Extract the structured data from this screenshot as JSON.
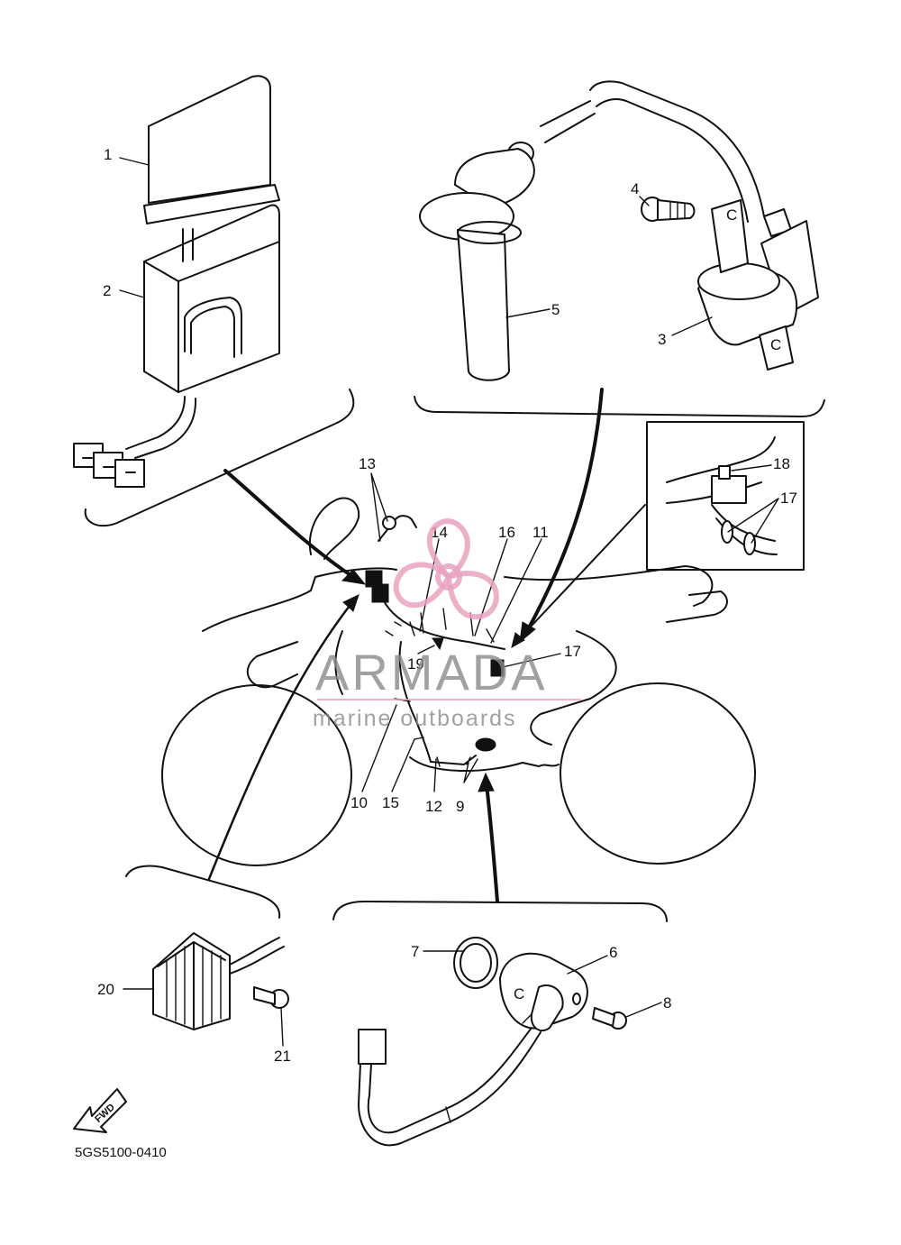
{
  "diagram": {
    "code": "5GS5100-0410",
    "fwd_label": "FWD",
    "connector_mark": "C",
    "callouts": [
      {
        "id": "1",
        "text": "1"
      },
      {
        "id": "2",
        "text": "2"
      },
      {
        "id": "3",
        "text": "3"
      },
      {
        "id": "4",
        "text": "4"
      },
      {
        "id": "5",
        "text": "5"
      },
      {
        "id": "6",
        "text": "6"
      },
      {
        "id": "7",
        "text": "7"
      },
      {
        "id": "8",
        "text": "8"
      },
      {
        "id": "9",
        "text": "9"
      },
      {
        "id": "10",
        "text": "10"
      },
      {
        "id": "11",
        "text": "11"
      },
      {
        "id": "12",
        "text": "12"
      },
      {
        "id": "13",
        "text": "13"
      },
      {
        "id": "14",
        "text": "14"
      },
      {
        "id": "15",
        "text": "15"
      },
      {
        "id": "16",
        "text": "16"
      },
      {
        "id": "17a",
        "text": "17"
      },
      {
        "id": "17b",
        "text": "17"
      },
      {
        "id": "18",
        "text": "18"
      },
      {
        "id": "19",
        "text": "19"
      },
      {
        "id": "20",
        "text": "20"
      },
      {
        "id": "21",
        "text": "21"
      }
    ]
  },
  "watermark": {
    "brand": "ARMADA",
    "tagline": "marine outboards",
    "color": "#8a8a8a",
    "logo_color": "#e9a3bf"
  }
}
